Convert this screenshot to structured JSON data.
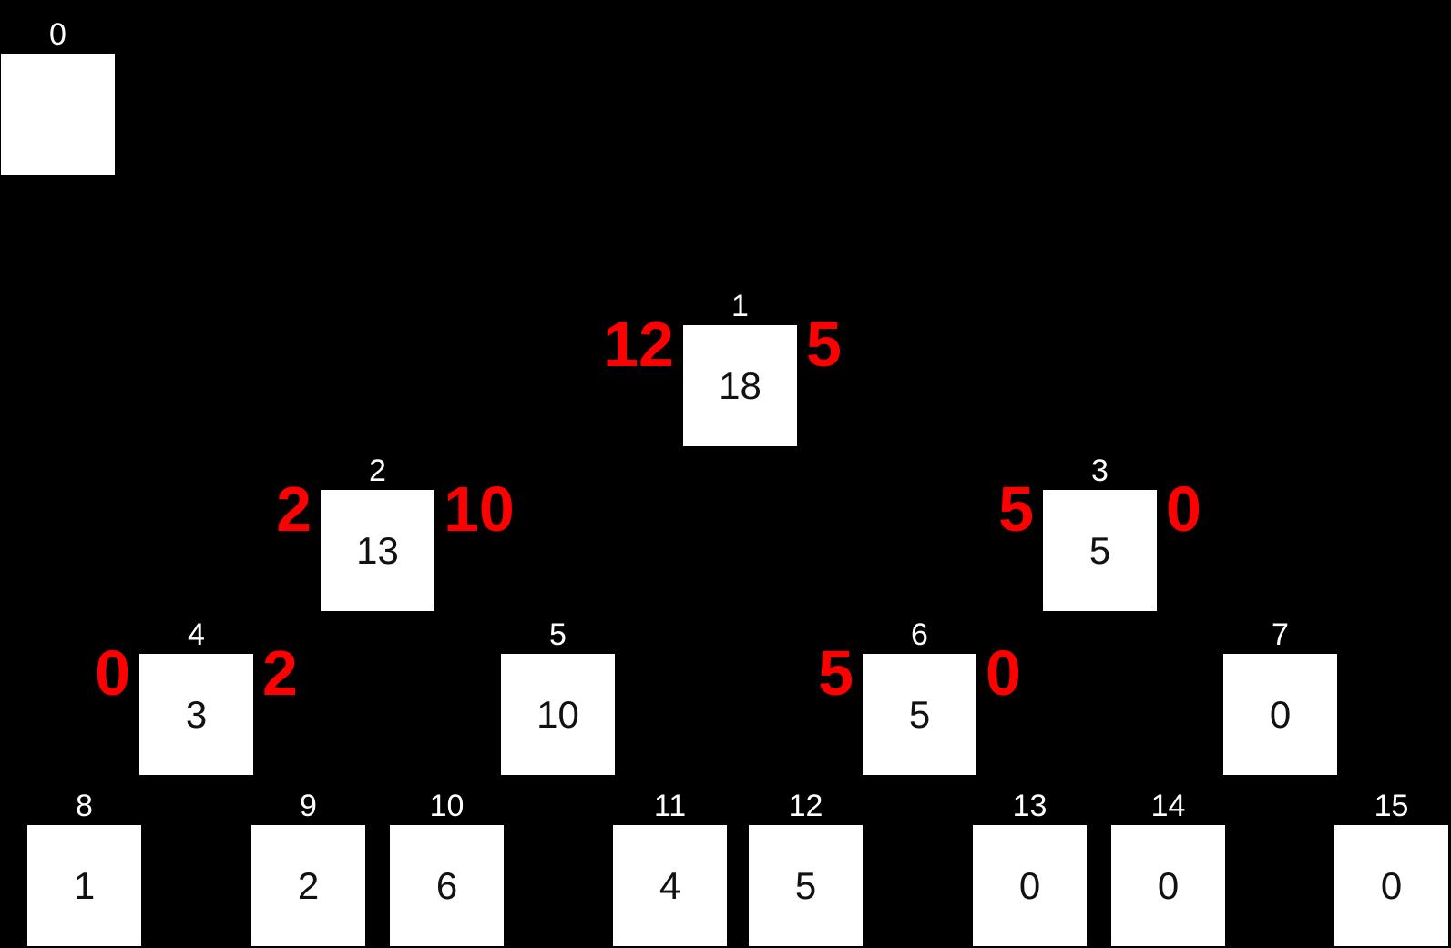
{
  "scene": {
    "background": "#000000",
    "box_fill": "#ffffff",
    "value_color": "#111111",
    "index_color": "#ffffff",
    "annotation_color": "#ff0000"
  },
  "tree": {
    "nodes": [
      {
        "index": "0",
        "value": "",
        "red_left": "",
        "red_right": ""
      },
      {
        "index": "1",
        "value": "18",
        "red_left": "12",
        "red_right": "5"
      },
      {
        "index": "2",
        "value": "13",
        "red_left": "2",
        "red_right": "10"
      },
      {
        "index": "3",
        "value": "5",
        "red_left": "5",
        "red_right": "0"
      },
      {
        "index": "4",
        "value": "3",
        "red_left": "0",
        "red_right": "2"
      },
      {
        "index": "5",
        "value": "10",
        "red_left": "",
        "red_right": ""
      },
      {
        "index": "6",
        "value": "5",
        "red_left": "5",
        "red_right": "0"
      },
      {
        "index": "7",
        "value": "0",
        "red_left": "",
        "red_right": ""
      },
      {
        "index": "8",
        "value": "1",
        "red_left": "",
        "red_right": ""
      },
      {
        "index": "9",
        "value": "2",
        "red_left": "",
        "red_right": ""
      },
      {
        "index": "10",
        "value": "6",
        "red_left": "",
        "red_right": ""
      },
      {
        "index": "11",
        "value": "4",
        "red_left": "",
        "red_right": ""
      },
      {
        "index": "12",
        "value": "5",
        "red_left": "",
        "red_right": ""
      },
      {
        "index": "13",
        "value": "0",
        "red_left": "",
        "red_right": ""
      },
      {
        "index": "14",
        "value": "0",
        "red_left": "",
        "red_right": ""
      },
      {
        "index": "15",
        "value": "0",
        "red_left": "",
        "red_right": ""
      }
    ]
  }
}
